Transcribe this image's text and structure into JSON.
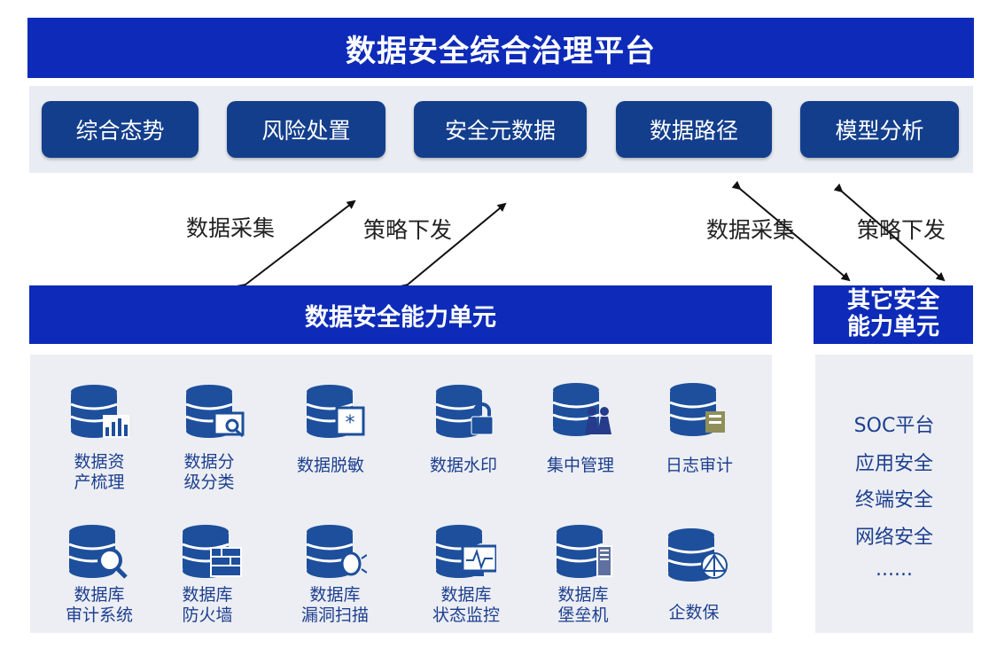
{
  "title": "数据安全综合治理平台",
  "modules": [
    "综合态势",
    "风险处置",
    "安全元数据",
    "数据路径",
    "模型分析"
  ],
  "flow_labels": {
    "left_collect": "数据采集",
    "left_issue": "策略下发",
    "right_collect": "数据采集",
    "right_issue": "策略下发"
  },
  "unit_title": "数据安全能力单元",
  "other_title": [
    "其它安全",
    "能力单元"
  ],
  "capabilities": [
    {
      "lines": [
        "数据资",
        "产梳理"
      ],
      "icon": "database-bar-chart-icon"
    },
    {
      "lines": [
        "数据分",
        "级分类"
      ],
      "icon": "database-classify-icon"
    },
    {
      "lines": [
        "数据脱敏"
      ],
      "icon": "database-mask-icon"
    },
    {
      "lines": [
        "数据水印"
      ],
      "icon": "database-lock-icon"
    },
    {
      "lines": [
        "集中管理"
      ],
      "icon": "database-users-icon"
    },
    {
      "lines": [
        "日志审计"
      ],
      "icon": "database-log-icon"
    },
    {
      "lines": [
        "数据库",
        "审计系统"
      ],
      "icon": "database-search-icon"
    },
    {
      "lines": [
        "数据库",
        "防火墙"
      ],
      "icon": "database-firewall-icon"
    },
    {
      "lines": [
        "数据库",
        "漏洞扫描"
      ],
      "icon": "database-bug-scan-icon"
    },
    {
      "lines": [
        "数据库",
        "状态监控"
      ],
      "icon": "database-monitor-icon"
    },
    {
      "lines": [
        "数据库",
        "堡垒机"
      ],
      "icon": "database-bastion-icon"
    },
    {
      "lines": [
        "企数保"
      ],
      "icon": "database-network-icon"
    }
  ],
  "other_items": [
    "SOC平台",
    "应用安全",
    "终端安全",
    "网络安全",
    "......"
  ],
  "colors": {
    "banner": "#0d2bb8",
    "button": "#133e8c",
    "icon": "#1d4f9c",
    "panel": "#eceef3"
  }
}
